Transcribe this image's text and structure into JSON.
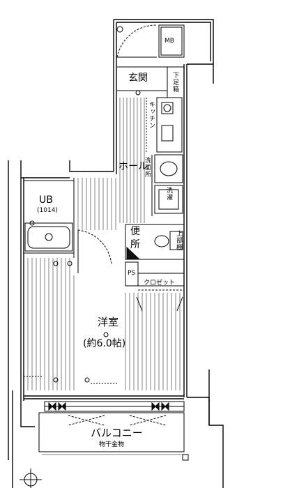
{
  "plan": {
    "rooms": {
      "mb": "MB",
      "genkan": "玄関",
      "getabako": "下足箱",
      "kitchen": "キッチン",
      "washroom": "洗面所",
      "washer": "洗濯",
      "hall": "ホール",
      "ub": "UB",
      "ub_size": "(1014)",
      "toilet_top": "便",
      "toilet_bottom": "所",
      "shelf": "上部棚",
      "ps": "PS",
      "closet": "クロゼット",
      "western_room": "洋室",
      "western_size": "(約6.0帖)",
      "balcony": "バルコニー",
      "laundry_pole": "物干金物"
    },
    "colors": {
      "line": "#000000",
      "paper": "#ffffff",
      "fill": "#111111"
    }
  }
}
